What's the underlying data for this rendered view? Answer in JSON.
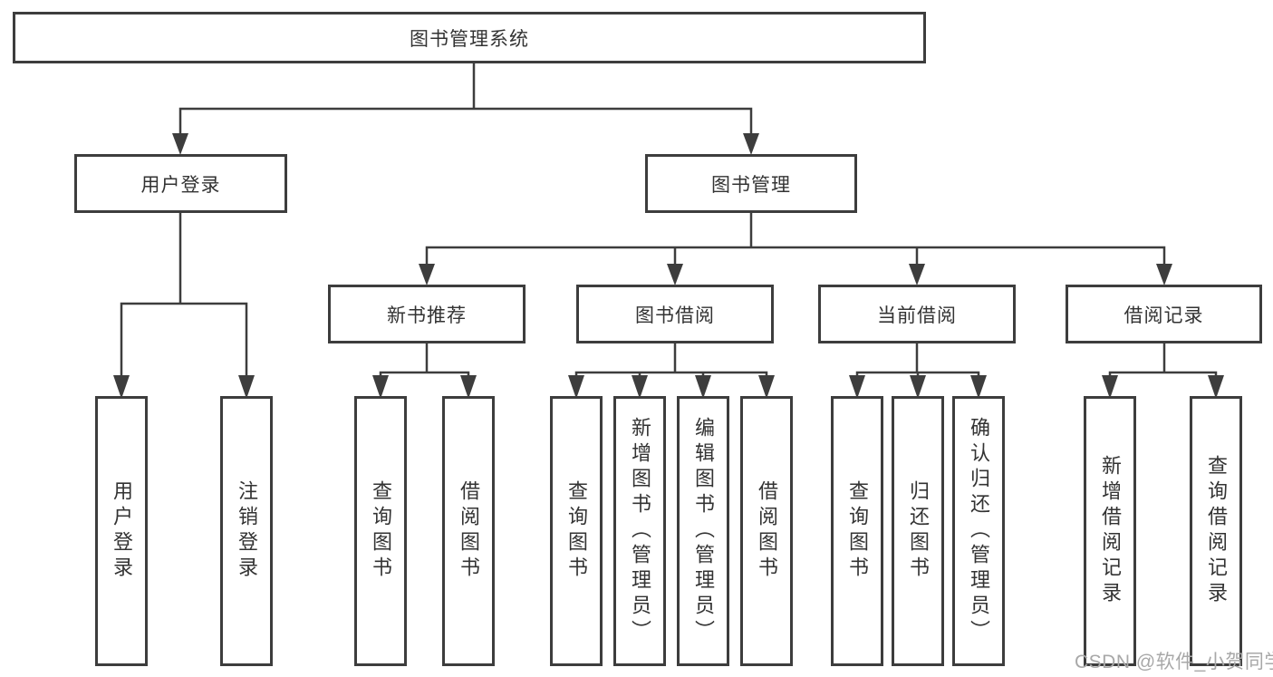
{
  "diagram": {
    "root": {
      "label": "图书管理系统"
    },
    "level2": [
      {
        "label": "用户登录",
        "parent": "图书管理系统"
      },
      {
        "label": "图书管理",
        "parent": "图书管理系统"
      }
    ],
    "level3": [
      {
        "label": "新书推荐",
        "parent": "图书管理"
      },
      {
        "label": "图书借阅",
        "parent": "图书管理"
      },
      {
        "label": "当前借阅",
        "parent": "图书管理"
      },
      {
        "label": "借阅记录",
        "parent": "图书管理"
      }
    ],
    "leaves": [
      {
        "label": "用户登录",
        "parent": "用户登录"
      },
      {
        "label": "注销登录",
        "parent": "用户登录"
      },
      {
        "label": "查询图书",
        "parent": "新书推荐"
      },
      {
        "label": "借阅图书",
        "parent": "新书推荐"
      },
      {
        "label": "查询图书",
        "parent": "图书借阅"
      },
      {
        "label": "新增图书（管理员）",
        "parent": "图书借阅"
      },
      {
        "label": "编辑图书（管理员）",
        "parent": "图书借阅"
      },
      {
        "label": "借阅图书",
        "parent": "图书借阅"
      },
      {
        "label": "查询图书",
        "parent": "当前借阅"
      },
      {
        "label": "归还图书",
        "parent": "当前借阅"
      },
      {
        "label": "确认归还（管理员）",
        "parent": "当前借阅"
      },
      {
        "label": "新增借阅记录",
        "parent": "借阅记录"
      },
      {
        "label": "查询借阅记录",
        "parent": "借阅记录"
      }
    ],
    "watermark": "CSDN @软件_小贺同学",
    "colors": {
      "line": "#3d3d3d",
      "text": "#333333",
      "box_background": "#ffffff",
      "watermark_text": "#a8a8a8"
    }
  }
}
